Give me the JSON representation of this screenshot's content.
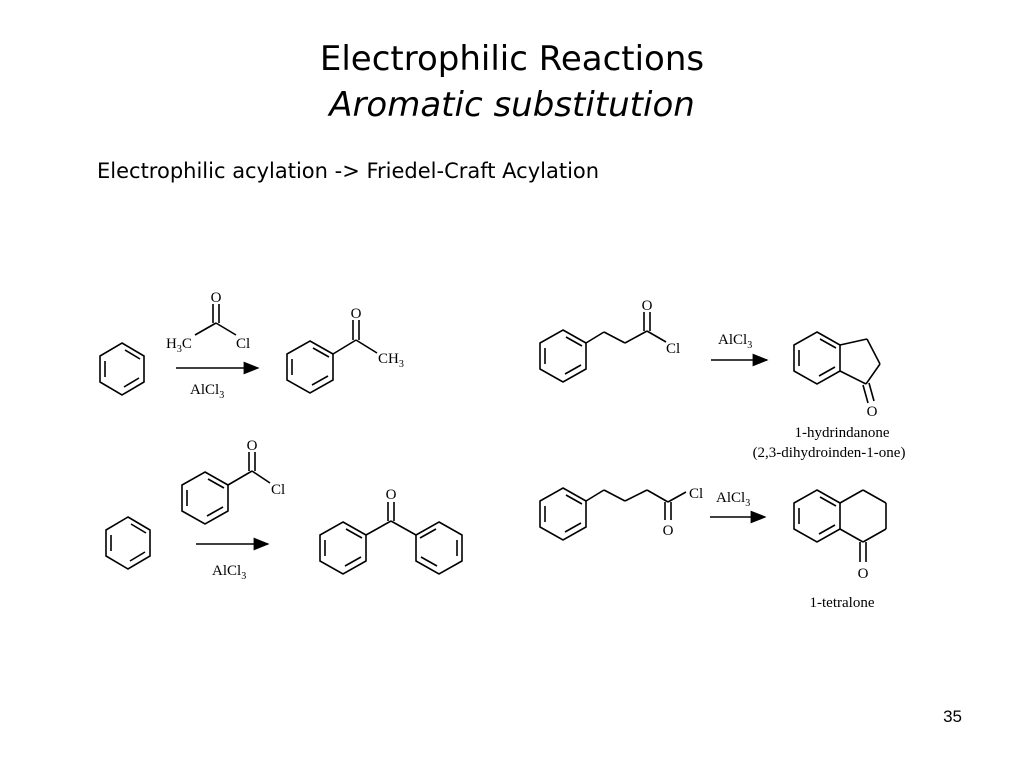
{
  "slide": {
    "title_line1": "Electrophilic Reactions",
    "title_line2": "Aromatic substitution",
    "subtitle": "Electrophilic acylation -> Friedel-Craft Acylation",
    "page_number": "35"
  },
  "scheme": {
    "reaction1": {
      "reagent_o": "O",
      "reagent_left": "H",
      "reagent_left_sub": "3",
      "reagent_left_c": "C",
      "reagent_right": "Cl",
      "catalyst": "AlCl",
      "catalyst_sub": "3",
      "product_o": "O",
      "product_group": "CH",
      "product_group_sub": "3"
    },
    "reaction2": {
      "reagent_o": "O",
      "reagent_right": "Cl",
      "catalyst": "AlCl",
      "catalyst_sub": "3",
      "product_o": "O"
    },
    "reaction3": {
      "reagent_o": "O",
      "reagent_right": "Cl",
      "catalyst": "AlCl",
      "catalyst_sub": "3",
      "product_o": "O",
      "product_name": "1-hydrindanone",
      "product_alt_name": "(2,3-dihydroinden-1-one)"
    },
    "reaction4": {
      "reagent_o": "O",
      "reagent_right": "Cl",
      "catalyst": "AlCl",
      "catalyst_sub": "3",
      "product_o": "O",
      "product_name": "1-tetralone"
    }
  }
}
